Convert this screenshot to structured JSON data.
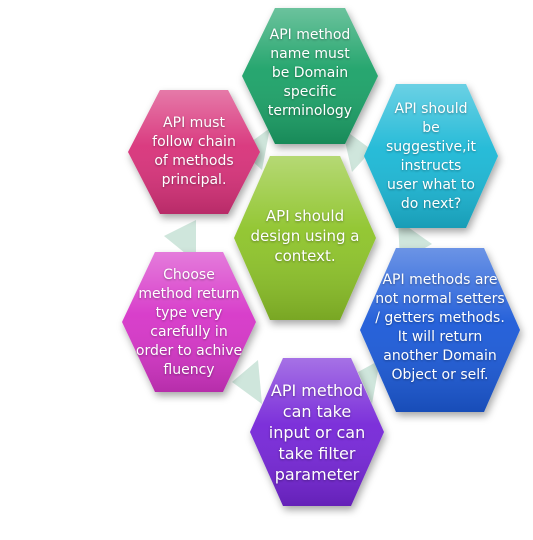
{
  "hexagons": {
    "center": {
      "text": "API should\ndesign using a\ncontext.",
      "color": "#8ec42c"
    },
    "top": {
      "text": "API method\nname must\nbe Domain\nspecific\nterminology",
      "color": "#1aa268"
    },
    "top_left": {
      "text": "API must\nfollow chain\nof methods\nprincipal.",
      "color": "#d8337a"
    },
    "top_right": {
      "text": "API should\nbe\nsuggestive,it\ninstructs\nuser what to\ndo next?",
      "color": "#1ab8d6"
    },
    "bottom_left": {
      "text": "Choose\nmethod return\ntype very\ncarefully in\norder to achive\nfluency",
      "color": "#d636c8"
    },
    "bottom_right": {
      "text": "API methods are\nnot normal setters\n/ getters methods.\nIt will return\nanother Domain\nObject or self.",
      "color": "#1a5ad8"
    },
    "bottom": {
      "text": "API method\ncan take\ninput or can\ntake filter\nparameter",
      "color": "#7628d8"
    }
  }
}
